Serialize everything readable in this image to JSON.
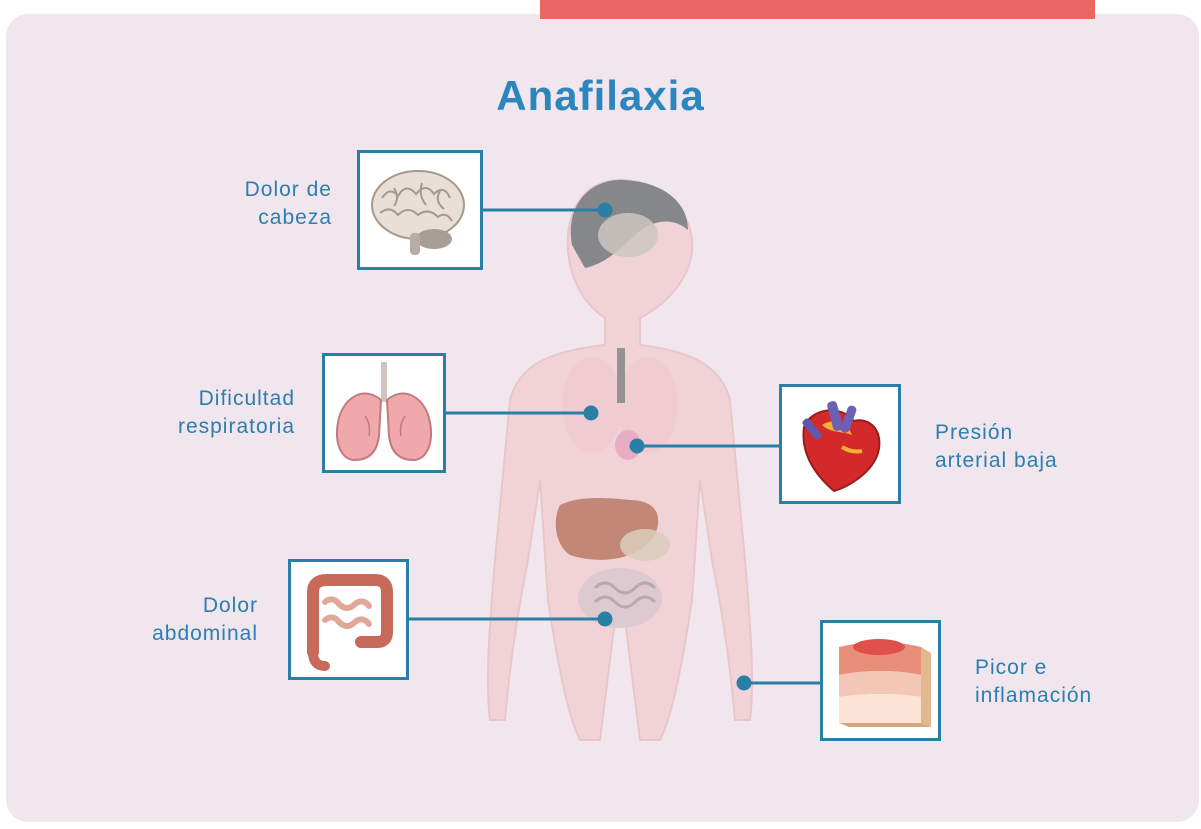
{
  "title": "Anafilaxia",
  "colors": {
    "accent_bar": "#ea6766",
    "title": "#2a86bd",
    "label_text": "#2a7fb0",
    "connector": "#2a7fa6",
    "background": "#f1e5ee"
  },
  "symptoms": [
    {
      "id": "headache",
      "label": "Dolor de\ncabeza",
      "icon": "brain-icon"
    },
    {
      "id": "breathing",
      "label": "Dificultad\nrespiratoria",
      "icon": "lungs-icon"
    },
    {
      "id": "blood-pressure",
      "label": "Presión\narterial baja",
      "icon": "heart-icon"
    },
    {
      "id": "abdominal",
      "label": "Dolor\nabdominal",
      "icon": "intestines-icon"
    },
    {
      "id": "itching",
      "label": "Picor e\ninflamación",
      "icon": "skin-icon"
    }
  ]
}
